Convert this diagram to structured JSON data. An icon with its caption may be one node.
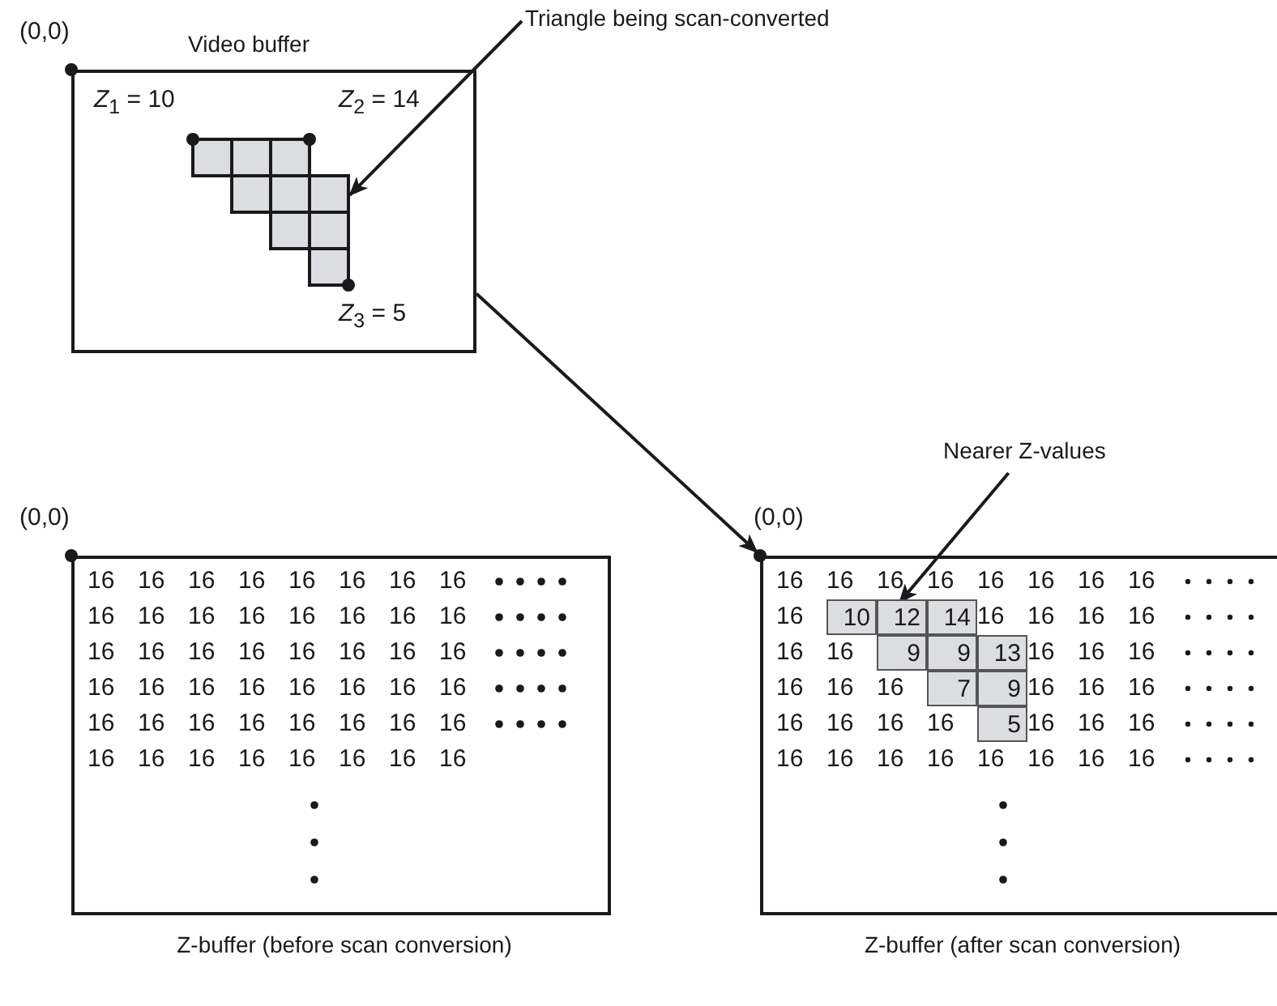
{
  "diagram": {
    "nodes": [
      {
        "text": [
          "Video buffer",
          "*Z*$_{1}$ = 10",
          "*Z*$_{2}$ = 14",
          "*Z*$_{3}$ = 5"
        ],
        "beside": [
          "(0,0)"
        ]
      },
      {
        "text": [],
        "shape": "picture",
        "in": 0
      },
      {
        "text": [
          "Triangle being scan-converted"
        ]
      },
      {
        "text": [
          "Nearer Z-values"
        ]
      },
      {
        "text": [
          "Z-buffer (before scan conversion)"
        ],
        "beside": [
          "(0,0)"
        ]
      },
      {
        "text": [
          "Z-buffer (after scan conversion)"
        ],
        "beside": [
          "(0,0)"
        ]
      }
    ],
    "edges": [
      {
        "from": 2,
        "to": 1,
        "arrow": "to"
      },
      {
        "from": 0,
        "to": 5,
        "arrow": "to"
      },
      {
        "from": 3,
        "to": 5,
        "arrow": "to"
      }
    ],
    "labels": [
      "16",
      "16",
      "16",
      "16",
      "16",
      "16",
      "16",
      "16",
      "16",
      "16",
      "16",
      "16",
      "16",
      "16",
      "16",
      "16",
      "16",
      "16",
      "16",
      "16",
      "16",
      "16",
      "16",
      "16",
      "16",
      "16",
      "16",
      "16",
      "16",
      "16",
      "16",
      "16",
      "16",
      "16",
      "16",
      "16",
      "16",
      "16",
      "16",
      "16",
      "16",
      "16",
      "16",
      "16",
      "16",
      "16",
      "16",
      "16",
      "16",
      "16",
      "16",
      "16",
      "16",
      "16",
      "16",
      "16",
      "16",
      "10",
      "12",
      "14",
      "16",
      "16",
      "16",
      "16",
      "16",
      "16",
      "9",
      "9",
      "13",
      "16",
      "16",
      "16",
      "16",
      "16",
      "16",
      "7",
      "9",
      "16",
      "16",
      "16",
      "16",
      "16",
      "16",
      "16",
      "5",
      "16",
      "16",
      "16",
      "16",
      "16",
      "16",
      "16",
      "16",
      "16",
      "16",
      "16"
    ]
  }
}
